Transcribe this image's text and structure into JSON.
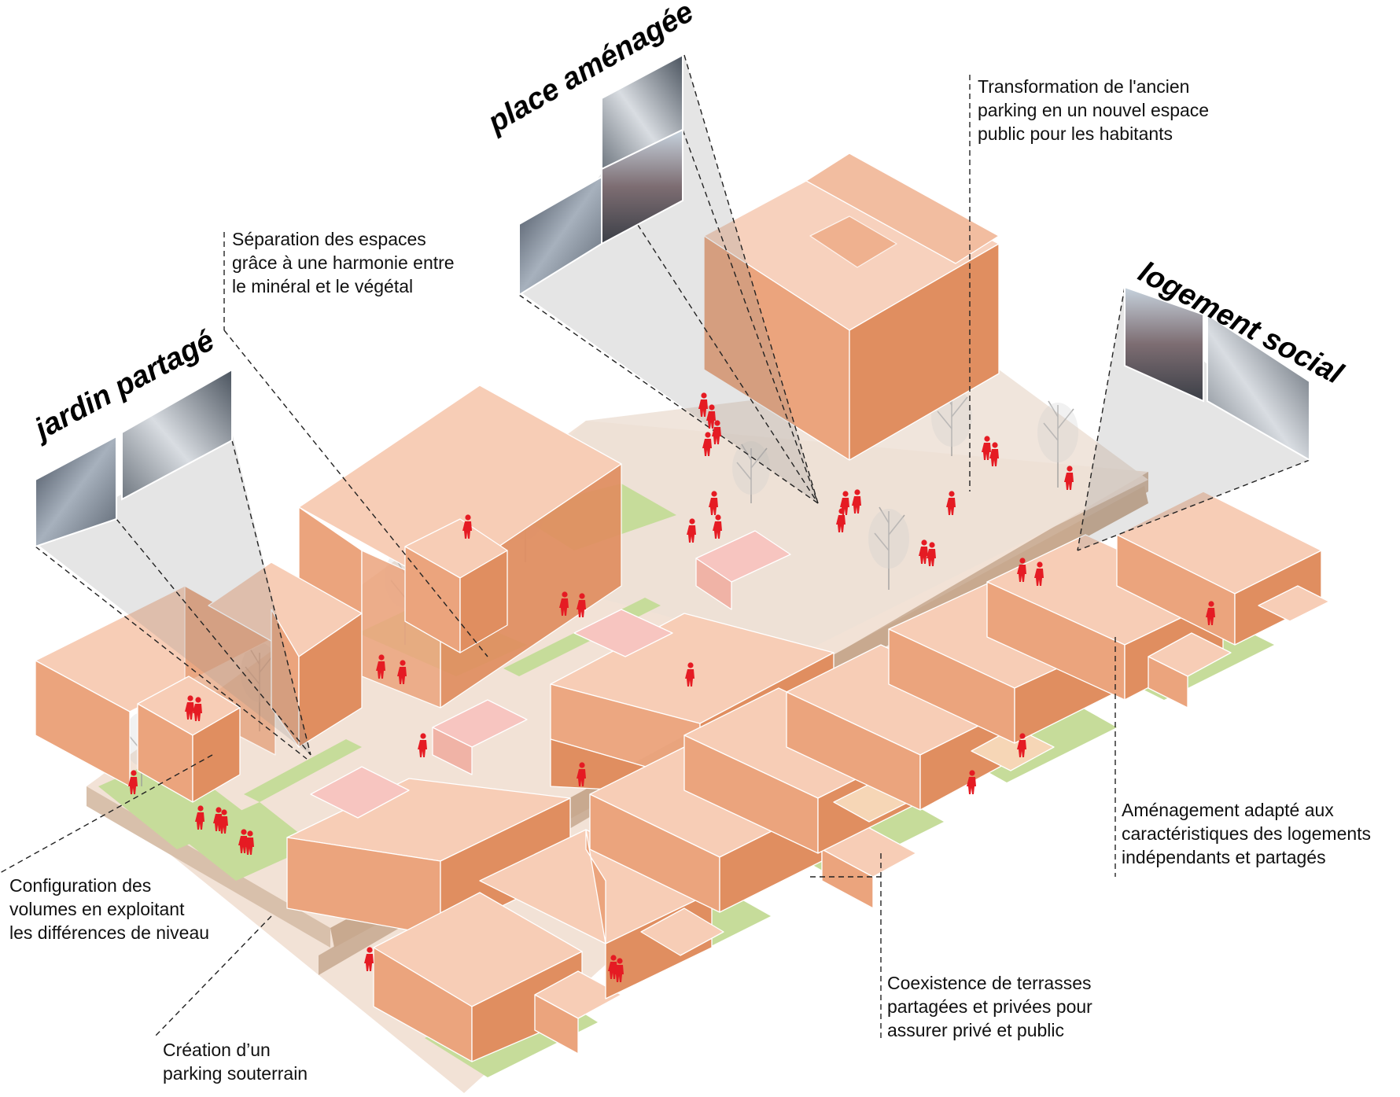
{
  "titles": {
    "jardin": "jardin partagé",
    "place": "place aménagée",
    "logement": "logement social"
  },
  "annotations": {
    "transformation": "Transformation de l'ancien\nparking en un nouvel espace\npublic pour les habitants",
    "separation": "Séparation des espaces\ngrâce à une harmonie entre\nle minéral et le végétal",
    "configuration": "Configuration des\nvolumes en exploitant\nles différences de niveau",
    "amenagement": "Aménagement adapté aux\ncaractéristiques des logements\nindépendants et partagés",
    "coexistence": "Coexistence de terrasses\npartagées et privées pour\nassurer privé et public",
    "creation": "Création d’un\nparking souterrain"
  },
  "colors": {
    "building_top": "#f7cdb6",
    "building_left": "#eba47d",
    "building_right": "#e08e60",
    "pink_top": "#f7c5c0",
    "ground": "#f2e2d6",
    "garden": "#c6dc9a",
    "people": "#e51b23",
    "photo_cone": "#8a8a8a"
  }
}
